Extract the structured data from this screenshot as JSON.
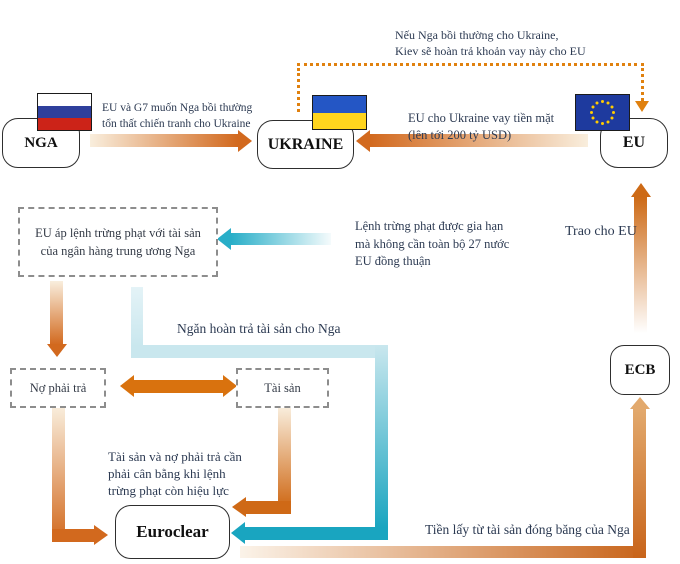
{
  "nodes": {
    "nga": {
      "label": "NGA"
    },
    "ukraine": {
      "label": "UKRAINE"
    },
    "eu": {
      "label": "EU"
    },
    "ecb": {
      "label": "ECB"
    },
    "euroclear": {
      "label": "Euroclear"
    },
    "sanctions": {
      "line1": "EU áp lệnh trừng phạt với tài sản",
      "line2": "của ngân hàng trung ương Nga"
    },
    "liabilities": {
      "label": "Nợ phải trả"
    },
    "assets": {
      "label": "Tài sản"
    }
  },
  "annotations": {
    "compensation": {
      "line1": "EU và G7 muốn Nga bồi thường",
      "line2": "tổn thất chiến tranh cho Ukraine"
    },
    "repay": {
      "line1": "Nếu Nga bồi thường cho Ukraine,",
      "line2": "Kiev sẽ hoàn trả khoản vay này cho EU"
    },
    "loan": {
      "line1": "EU cho Ukraine vay tiền mặt",
      "line2": "(lên tới 200 tỷ USD)"
    },
    "extension": {
      "line1": "Lệnh trừng phạt được gia hạn",
      "line2": "mà không cần toàn bộ 27 nước",
      "line3": "EU đồng thuận"
    },
    "hand_to_eu": "Trao cho EU",
    "block_return": "Ngăn hoàn trả tài sản cho Nga",
    "balance": {
      "line1": "Tài sản và nợ phải trả cần",
      "line2": "phải cân bằng khi lệnh",
      "line3": "trừng phạt còn hiệu lực"
    },
    "frozen_money": "Tiền lấy từ tài sản đóng băng của Nga"
  },
  "colors": {
    "orange_dark": "#d2691e",
    "orange_light": "#f7e8d5",
    "orange_dotted": "#e0810f",
    "teal_dark": "#19a5c0",
    "teal_pale": "#c9e7ee",
    "text": "#2c3a52",
    "russia_blue": "#2e3f9c",
    "russia_red": "#cc2318",
    "ukraine_blue": "#2456c5",
    "ukraine_yellow": "#ffd51e",
    "eu_blue": "#1e3a9e",
    "eu_star_yellow": "#ffcc00"
  }
}
